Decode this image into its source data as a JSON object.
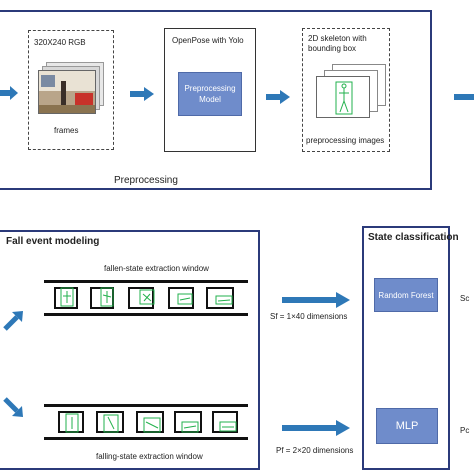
{
  "preprocessing": {
    "section_label": "Preprocessing",
    "input_label": "320X240  RGB",
    "frames_label": "frames",
    "model_title": "OpenPose with Yolo",
    "model_box": "Preprocessing Model",
    "skeleton_label": "2D skeleton with bounding box",
    "images_label": "preprocessing images"
  },
  "fall_modeling": {
    "title": "Fall event modeling",
    "fallen_window": "fallen-state extraction window",
    "falling_window": "falling-state extraction window",
    "sf_label": "Sf = 1×40 dimensions",
    "pf_label": "Pf = 2×20 dimensions"
  },
  "classification": {
    "title": "State classification",
    "classifier_1": "Random Forest",
    "classifier_2": "MLP",
    "cut_label_1": "Sc",
    "cut_label_2": "Pc"
  },
  "colors": {
    "panel_border": "#2b3a7a",
    "arrow": "#2e78b7",
    "box_fill": "#6f8ccb",
    "skeleton": "#22b14c"
  },
  "icons": [
    "arrow-right-icon",
    "arrow-up-right-icon",
    "arrow-down-right-icon",
    "skeleton-figure-icon",
    "photo-thumbnail-icon"
  ]
}
